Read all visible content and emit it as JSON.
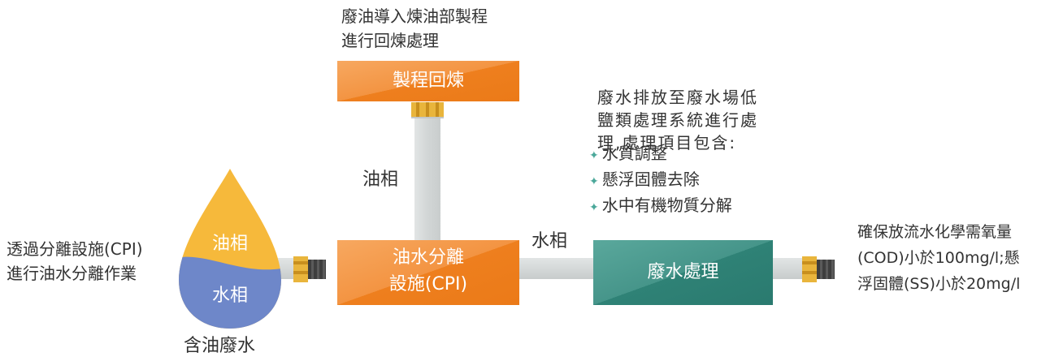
{
  "top_note": {
    "line1": "廢油導入煉油部製程",
    "line2": "進行回煉處理"
  },
  "refining_box": {
    "label": "製程回煉"
  },
  "oil_phase_label": "油相",
  "water_phase_label": "水相",
  "cpi_box": {
    "line1": "油水分離",
    "line2": "設施(CPI)"
  },
  "wastewater_box": {
    "label": "廢水處理"
  },
  "drop": {
    "oil_label": "油相",
    "water_label": "水相",
    "caption": "含油廢水"
  },
  "left_note": {
    "line1": "透過分離設施(CPI)",
    "line2": "進行油水分離作業"
  },
  "treatment_note": {
    "lines": [
      "廢水排放至廢水場低",
      "鹽類處理系統進行處",
      "理,處理項目包含:"
    ],
    "bullet_symbol": "✦",
    "items": [
      "水質調整",
      "懸浮固體去除",
      "水中有機物質分解"
    ]
  },
  "right_note": {
    "lines": [
      "確保放流水化學需氧量",
      "(COD)小於100mg/l;懸",
      "浮固體(SS)小於20mg/l"
    ]
  },
  "colors": {
    "orange": "#F08A2A",
    "orange_light": "#F5A357",
    "teal": "#2E8378",
    "teal_light": "#4F9E92",
    "oil_yellow": "#F6B93B",
    "water_blue": "#6E87C9",
    "pipe": "#D7DADA",
    "brass": "#E9B53C",
    "bullet": "#4BA89A"
  }
}
